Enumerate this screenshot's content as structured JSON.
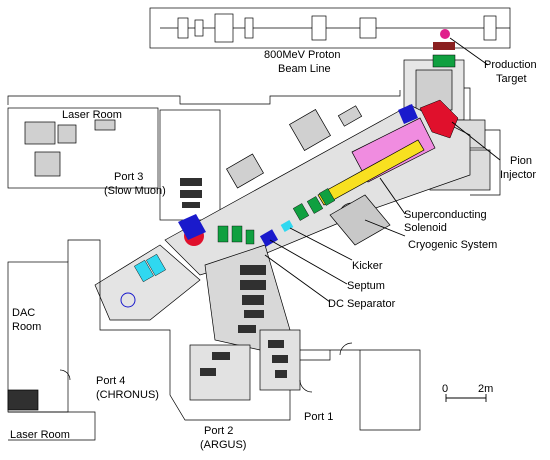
{
  "labels": {
    "beam_line_1": "800MeV Proton",
    "beam_line_2": "Beam Line",
    "production_target_1": "Production",
    "production_target_2": "Target",
    "laser_room_top": "Laser Room",
    "pion_injector_1": "Pion",
    "pion_injector_2": "Injector",
    "port3_1": "Port 3",
    "port3_2": "(Slow Muon)",
    "sc_solenoid_1": "Superconducting",
    "sc_solenoid_2": "Solenoid",
    "cryogenic": "Cryogenic System",
    "kicker": "Kicker",
    "septum": "Septum",
    "dc_separator": "DC Separator",
    "dac_room_1": "DAC",
    "dac_room_2": "Room",
    "port4_1": "Port 4",
    "port4_2": "(CHRONUS)",
    "laser_room_bottom": "Laser Room",
    "port2_1": "Port 2",
    "port2_2": "(ARGUS)",
    "port1": "Port 1",
    "scale_zero": "0",
    "scale_two": "2m"
  },
  "colors": {
    "line": "#000000",
    "wall": "#d8d8d8",
    "wall_dark": "#a8a8a8",
    "solenoid": "#f08ce0",
    "injector_red": "#e0102c",
    "magnet_blue": "#1a1acc",
    "quad_green": "#10a040",
    "target_magenta": "#e0208c",
    "yellow": "#f8e020",
    "cyan": "#30d8f0",
    "dark_gray": "#303030"
  }
}
